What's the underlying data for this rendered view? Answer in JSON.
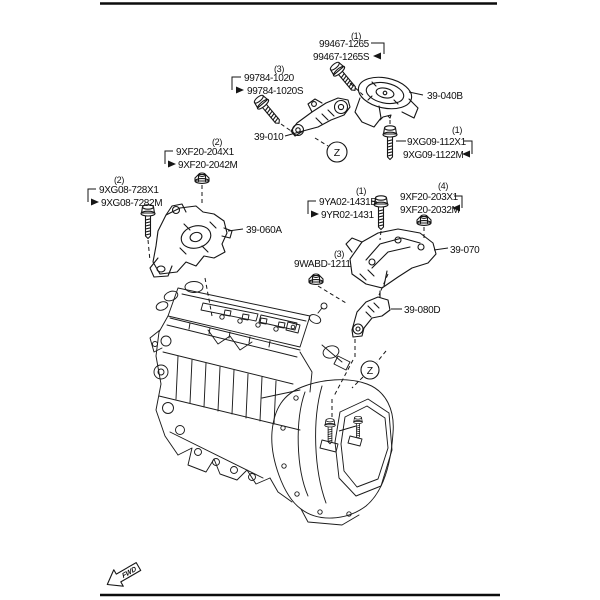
{
  "direction": {
    "label": "FWD"
  },
  "symbols": {
    "z1": "Z",
    "z2": "Z"
  },
  "callouts": {
    "c99467": {
      "qty": "(1)",
      "line1": "99467-1265",
      "line2": "99467-1265S"
    },
    "c99784": {
      "qty": "(3)",
      "line1": "99784-1020",
      "line2": "99784-1020S"
    },
    "c9xg09": {
      "qty": "(1)",
      "line1": "9XG09-112X1",
      "line2": "9XG09-1122M"
    },
    "c9xf20_204": {
      "qty": "(2)",
      "line1": "9XF20-204X1",
      "line2": "9XF20-2042M"
    },
    "c9xg08": {
      "qty": "(2)",
      "line1": "9XG08-728X1",
      "line2": "9XG08-7282M"
    },
    "c9ya02": {
      "qty": "(1)",
      "line1": "9YA02-1431B",
      "line2": "9YR02-1431"
    },
    "c9xf20_203": {
      "qty": "(4)",
      "line1": "9XF20-203X1",
      "line2": "9XF20-2032M"
    },
    "c9wabd": {
      "qty": "(3)",
      "line1": "9WABD-1211"
    }
  },
  "part_refs": {
    "p39_010": "39-010",
    "p39_040b": "39-040B",
    "p39_060a": "39-060A",
    "p39_070": "39-070",
    "p39_080d": "39-080D"
  }
}
